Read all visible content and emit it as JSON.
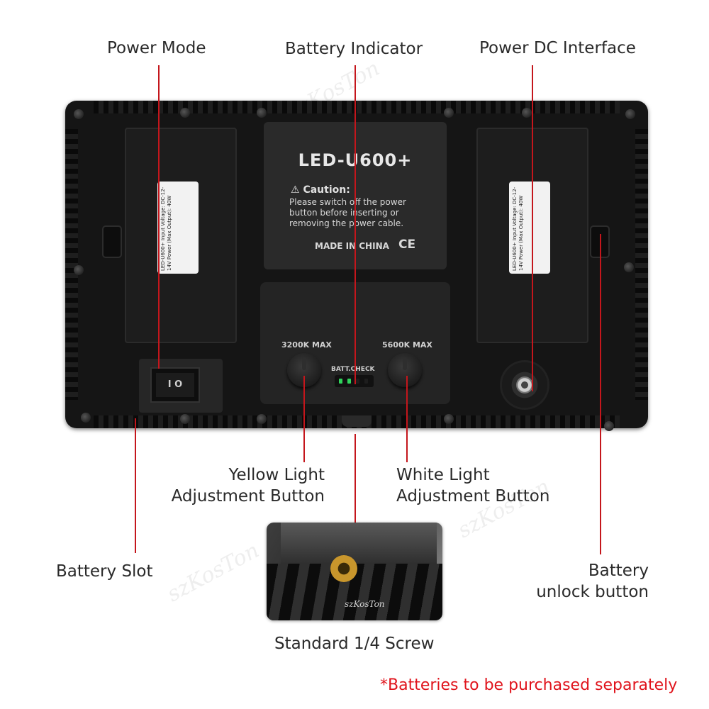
{
  "labels": {
    "power_mode": "Power Mode",
    "battery_indicator": "Battery Indicator",
    "power_dc_interface": "Power DC Interface",
    "yellow_light_line1": "Yellow Light",
    "yellow_light_line2": "Adjustment Button",
    "white_light_line1": "White Light",
    "white_light_line2": "Adjustment Button",
    "battery_slot": "Battery Slot",
    "battery_unlock_line1": "Battery",
    "battery_unlock_line2": "unlock button",
    "standard_screw": "Standard 1/4 Screw"
  },
  "device": {
    "model": "LED-U600+",
    "caution_title": "Caution:",
    "caution_body": "Please switch off the power button before inserting or removing the power cable.",
    "made_in": "MADE IN CHINA",
    "ce_mark": "CE",
    "knob_left_label": "3200K MAX",
    "knob_right_label": "5600K MAX",
    "batt_check": "BATT.CHECK",
    "switch_label": "I O",
    "battery_plate_text": "LED-U600+ Input Voltage: DC-12-14V Power (Max Output): 40W",
    "led_colors": [
      "#2fd35a",
      "#2fd35a",
      "#1d1d1d",
      "#1d1d1d"
    ]
  },
  "watermark": "szKosTon",
  "footnote": "*Batteries to be purchased separately",
  "colors": {
    "accent_red": "#c4161c",
    "note_red": "#e0141c"
  }
}
